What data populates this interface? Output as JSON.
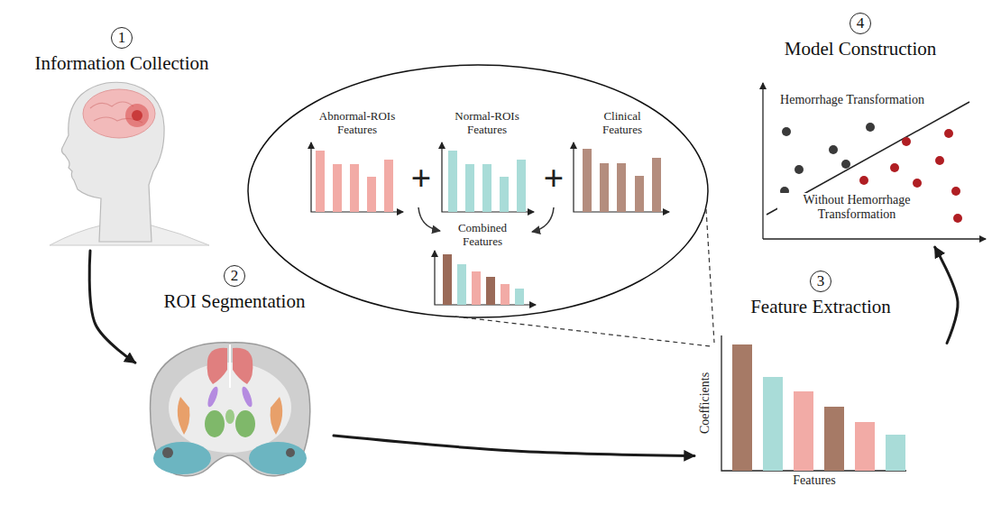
{
  "diagram": {
    "nodes": [
      {
        "text": [
          "1",
          "Information Collection"
        ]
      },
      {
        "text": [
          "2",
          "ROI Segmentation"
        ]
      },
      {
        "text": [
          "3",
          "Feature Extraction"
        ]
      },
      {
        "text": [
          "4",
          "Model Construction"
        ]
      }
    ],
    "edges": [
      {
        "from": 0,
        "to": 1,
        "arrow": "to"
      },
      {
        "from": 1,
        "to": 2,
        "arrow": "to"
      },
      {
        "from": 2,
        "to": 3,
        "arrow": "to"
      }
    ],
    "labels": [
      "Abnormal-ROIs Features",
      "+",
      "Normal-ROIs Features",
      "+",
      "Clinical Features",
      "Combined Features",
      "Coefficients",
      "Features",
      "Hemorrhage Transformation",
      "Without Hemorrhage Transformation"
    ]
  }
}
